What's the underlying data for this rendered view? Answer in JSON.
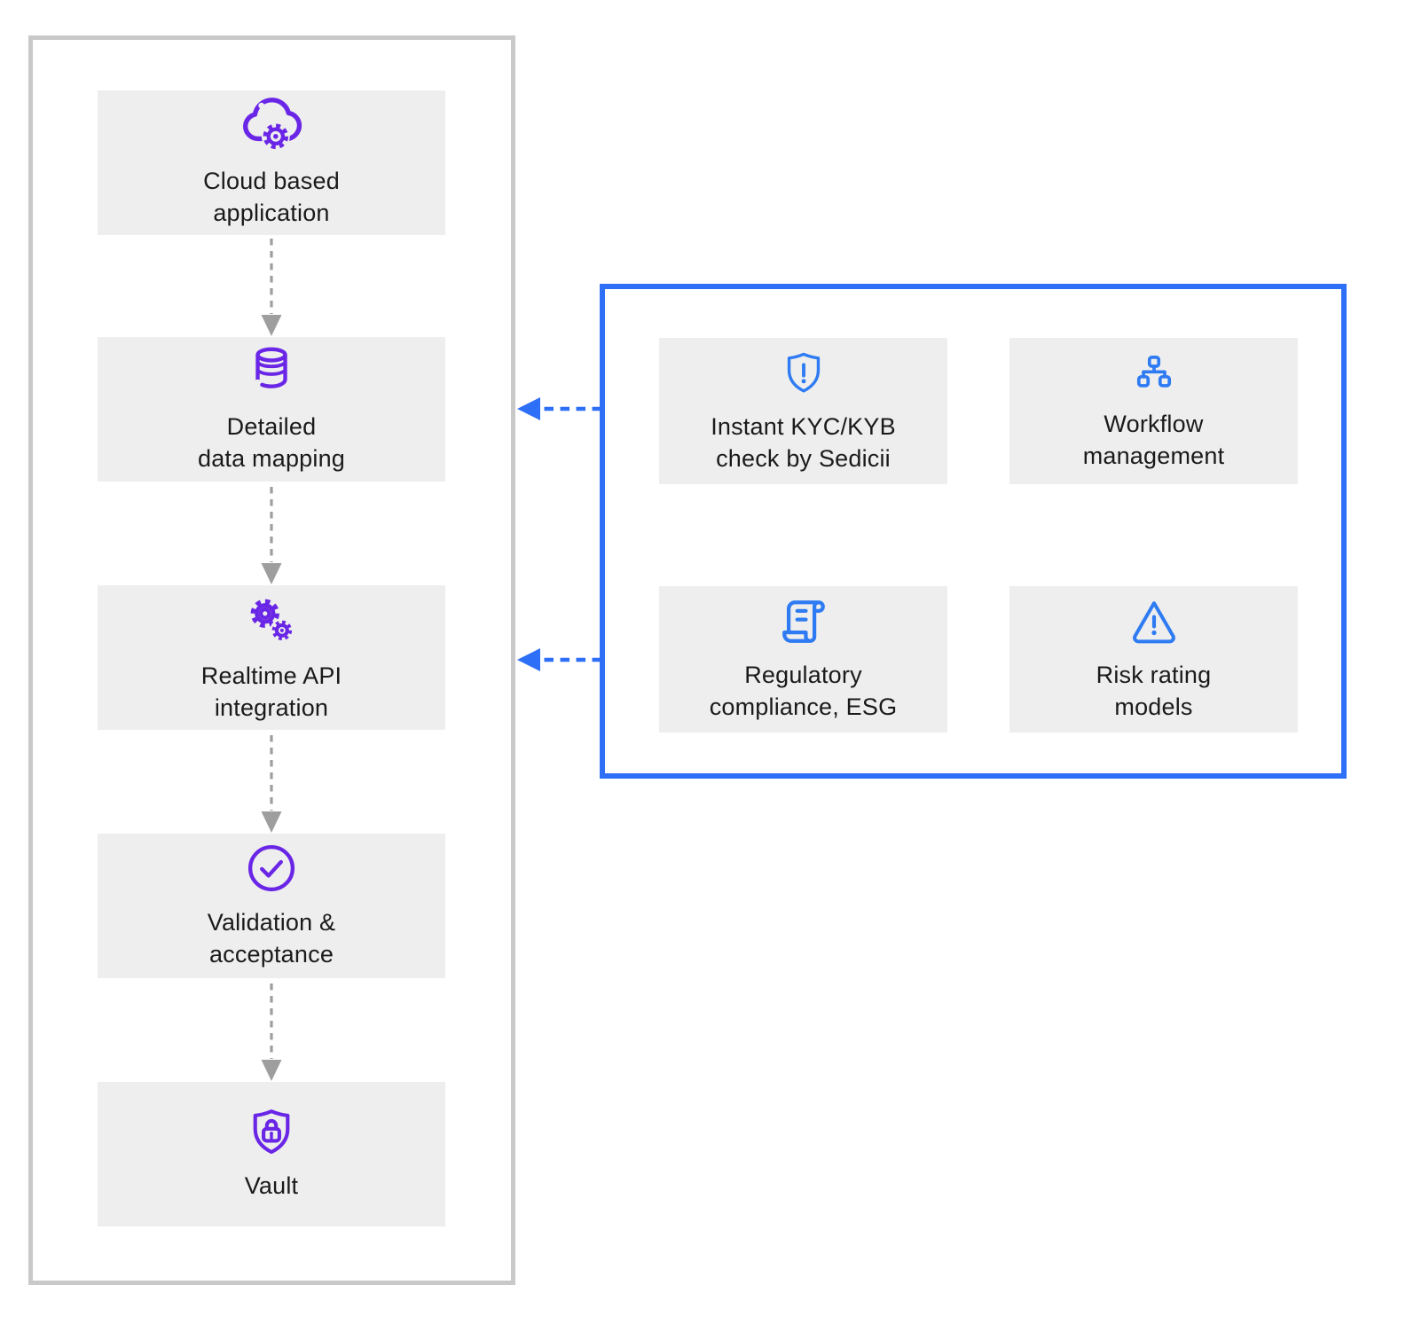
{
  "palette": {
    "purple": "#6a26e6",
    "panel_blue": "#2e6ff7",
    "icon_blue": "#2e7bf3",
    "box_fill": "#eeeeee",
    "frame_gray": "#c9c9c9",
    "arrow_gray": "#9e9e9e",
    "text": "#1a1a1a"
  },
  "flow": {
    "steps": [
      {
        "label": "Cloud based\napplication",
        "icon": "cloud-gear-icon"
      },
      {
        "label": "Detailed\ndata mapping",
        "icon": "database-icon"
      },
      {
        "label": "Realtime API\nintegration",
        "icon": "gears-icon"
      },
      {
        "label": "Validation &\nacceptance",
        "icon": "check-circle-icon"
      },
      {
        "label": "Vault",
        "icon": "shield-lock-icon"
      }
    ]
  },
  "modules": {
    "items": [
      {
        "label": "Instant KYC/KYB\ncheck by Sedicii",
        "icon": "shield-alert-icon"
      },
      {
        "label": "Workflow\nmanagement",
        "icon": "org-chart-icon"
      },
      {
        "label": "Regulatory\ncompliance, ESG",
        "icon": "scroll-icon"
      },
      {
        "label": "Risk rating\nmodels",
        "icon": "warning-triangle-icon"
      }
    ]
  }
}
